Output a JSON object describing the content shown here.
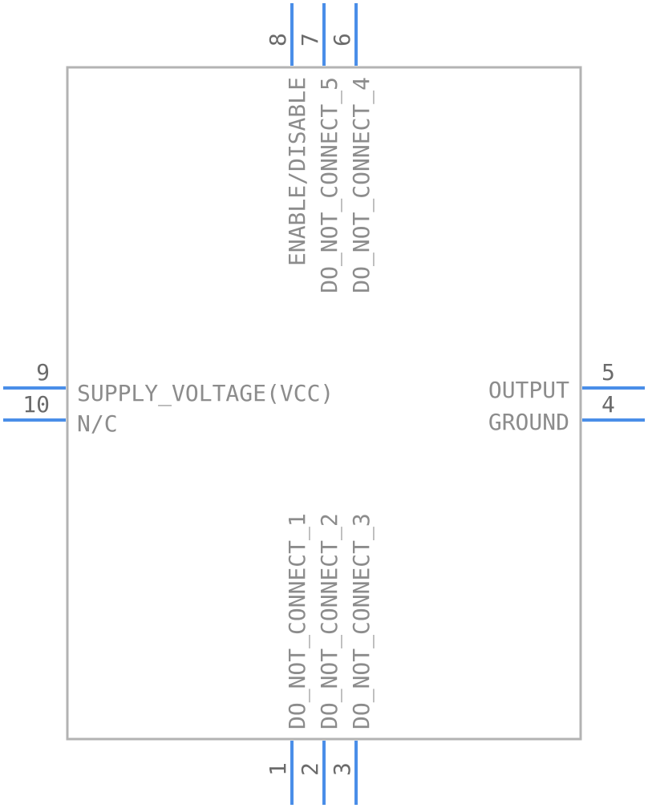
{
  "component": {
    "pins": {
      "p1": {
        "number": "1",
        "name": "DO_NOT_CONNECT_1"
      },
      "p2": {
        "number": "2",
        "name": "DO_NOT_CONNECT_2"
      },
      "p3": {
        "number": "3",
        "name": "DO_NOT_CONNECT_3"
      },
      "p4": {
        "number": "4",
        "name": "GROUND"
      },
      "p5": {
        "number": "5",
        "name": "OUTPUT"
      },
      "p6": {
        "number": "6",
        "name": "DO_NOT_CONNECT_4"
      },
      "p7": {
        "number": "7",
        "name": "DO_NOT_CONNECT_5"
      },
      "p8": {
        "number": "8",
        "name": "ENABLE/DISABLE"
      },
      "p9": {
        "number": "9",
        "name": "SUPPLY_VOLTAGE(VCC)"
      },
      "p10": {
        "number": "10",
        "name": "N/C"
      }
    }
  },
  "colors": {
    "pin_line": "#4a8ee8",
    "body_outline": "#b3b3b3",
    "pin_number_text": "#6b6b6b",
    "pin_name_text": "#8c8c8c"
  }
}
